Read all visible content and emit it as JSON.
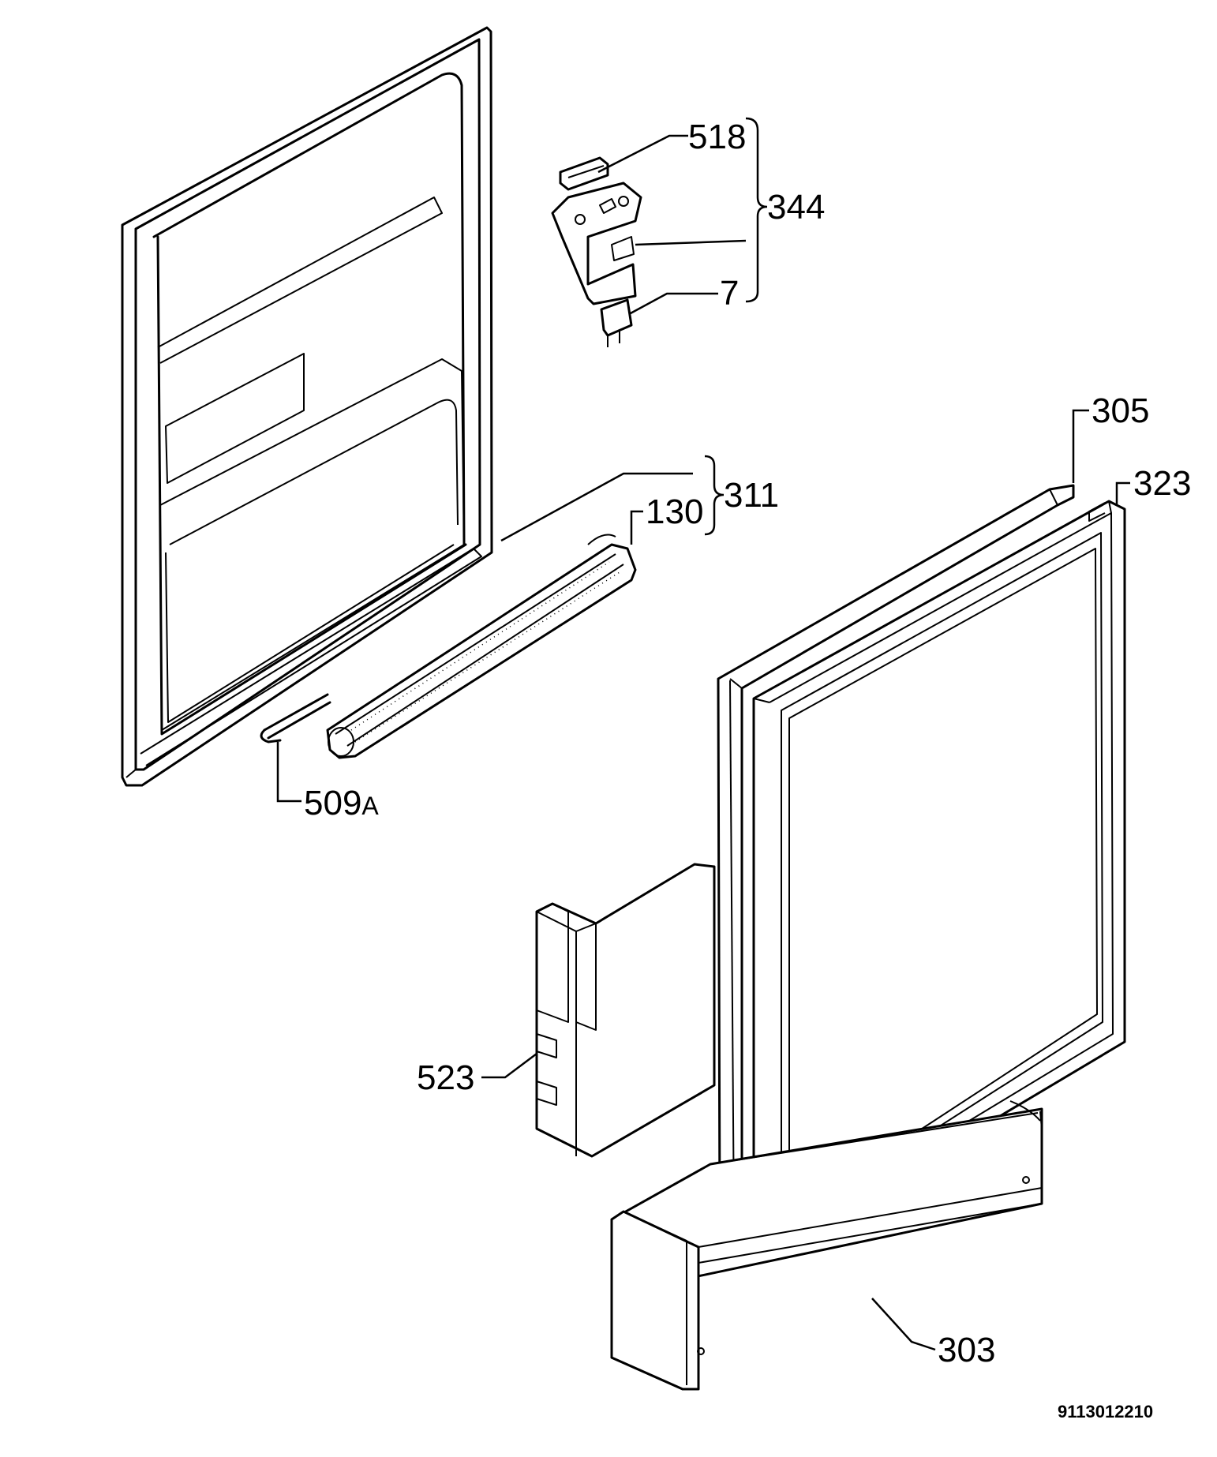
{
  "labels": {
    "p518": "518",
    "p344": "344",
    "p7": "7",
    "p305": "305",
    "p323": "323",
    "p311": "311",
    "p130": "130",
    "p509a_num": "509",
    "p509a_suffix": "A",
    "p523": "523",
    "p303": "303"
  },
  "drawing_code": "9113012210"
}
